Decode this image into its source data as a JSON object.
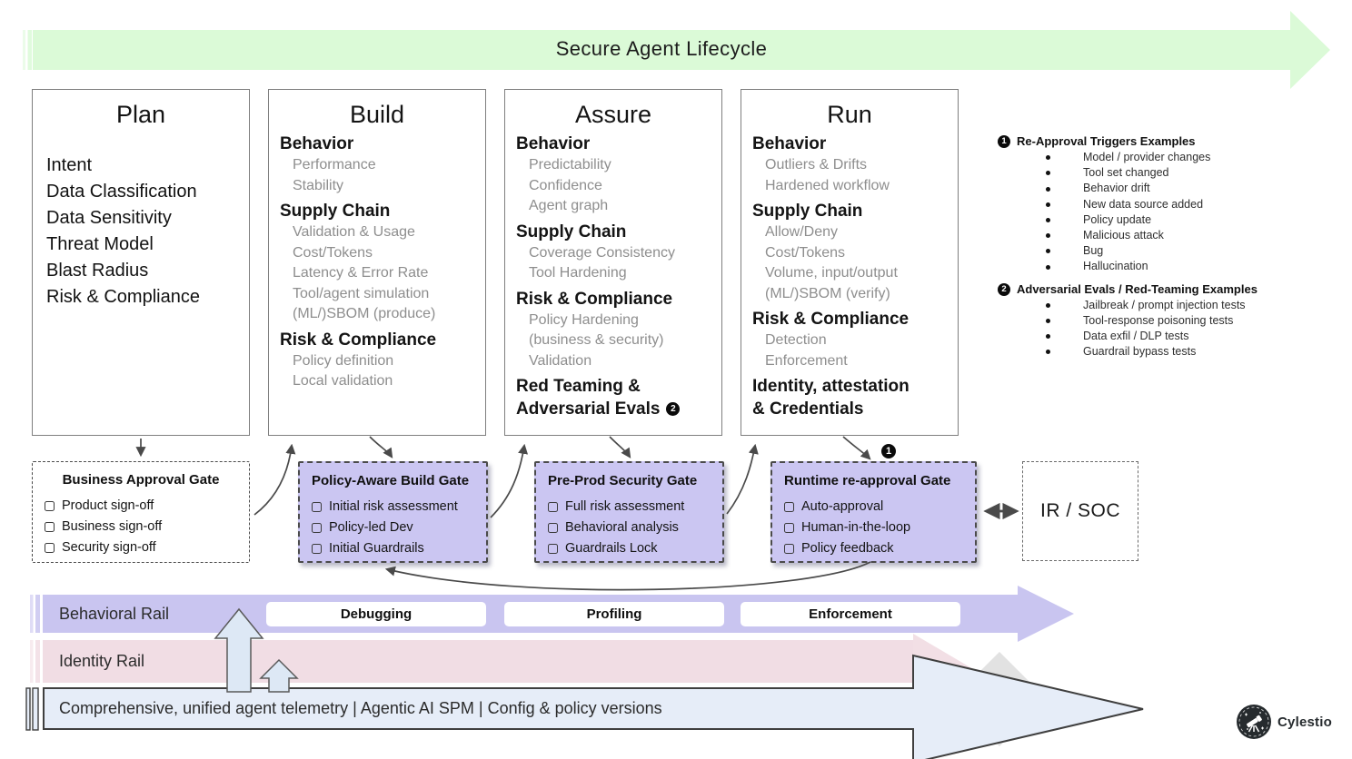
{
  "banner": {
    "title": "Secure Agent Lifecycle"
  },
  "phases": {
    "plan": {
      "title": "Plan",
      "items": [
        "Intent",
        "Data Classification",
        "Data Sensitivity",
        "Threat Model",
        "Blast Radius",
        "Risk & Compliance"
      ]
    },
    "build": {
      "title": "Build",
      "sections": [
        {
          "header": "Behavior",
          "items": [
            "Performance",
            "Stability"
          ]
        },
        {
          "header": "Supply Chain",
          "items": [
            "Validation & Usage",
            "Cost/Tokens",
            "Latency & Error Rate",
            "Tool/agent simulation",
            "(ML/)SBOM (produce)"
          ]
        },
        {
          "header": "Risk & Compliance",
          "items": [
            "Policy definition",
            "Local validation"
          ]
        }
      ]
    },
    "assure": {
      "title": "Assure",
      "sections": [
        {
          "header": "Behavior",
          "items": [
            "Predictability",
            "Confidence",
            "Agent graph"
          ]
        },
        {
          "header": "Supply Chain",
          "items": [
            "Coverage Consistency",
            "Tool Hardening"
          ]
        },
        {
          "header": "Risk & Compliance",
          "items": [
            "Policy Hardening",
            "(business & security)",
            "Validation"
          ]
        }
      ],
      "footer_header_line1": "Red Teaming &",
      "footer_header_line2": "Adversarial Evals",
      "footer_badge": "2"
    },
    "run": {
      "title": "Run",
      "sections": [
        {
          "header": "Behavior",
          "items": [
            "Outliers & Drifts",
            "Hardened workflow"
          ]
        },
        {
          "header": "Supply Chain",
          "items": [
            "Allow/Deny",
            "Cost/Tokens",
            "Volume, input/output",
            "(ML/)SBOM (verify)"
          ]
        },
        {
          "header": "Risk & Compliance",
          "items": [
            "Detection",
            "Enforcement"
          ]
        }
      ],
      "footer_header_line1": "Identity, attestation",
      "footer_header_line2": "& Credentials"
    }
  },
  "gates": {
    "business": {
      "title": "Business Approval Gate",
      "items": [
        "Product sign-off",
        "Business sign-off",
        "Security sign-off"
      ]
    },
    "policy": {
      "title": "Policy-Aware Build Gate",
      "items": [
        "Initial risk assessment",
        "Policy-led Dev",
        "Initial Guardrails"
      ]
    },
    "preprod": {
      "title": "Pre-Prod Security Gate",
      "items": [
        "Full risk assessment",
        "Behavioral analysis",
        "Guardrails Lock"
      ]
    },
    "runtime": {
      "title": "Runtime re-approval Gate",
      "items": [
        "Auto-approval",
        "Human-in-the-loop",
        "Policy feedback"
      ],
      "badge": "1"
    }
  },
  "ir_soc": {
    "label": "IR / SOC"
  },
  "annotations": {
    "reapproval": {
      "badge": "1",
      "title": "Re-Approval Triggers Examples",
      "items": [
        "Model / provider changes",
        "Tool set changed",
        "Behavior drift",
        "New data source added",
        "Policy update",
        "Malicious attack",
        "Bug",
        "Hallucination"
      ]
    },
    "adversarial": {
      "badge": "2",
      "title": "Adversarial Evals / Red-Teaming Examples",
      "items": [
        "Jailbreak / prompt injection tests",
        "Tool-response poisoning tests",
        "Data exfil / DLP tests",
        "Guardrail bypass tests"
      ]
    }
  },
  "rails": {
    "behavioral": {
      "label": "Behavioral Rail",
      "stages": [
        "Debugging",
        "Profiling",
        "Enforcement"
      ]
    },
    "identity": {
      "label": "Identity Rail"
    },
    "telemetry": {
      "label": "Comprehensive, unified agent telemetry | Agentic AI SPM | Config & policy versions"
    }
  },
  "logo": {
    "text": "Cylestio"
  },
  "colors": {
    "banner_green": "#dbfad7",
    "gate_purple": "#cbc6f2",
    "behavioral_rail": "#c9c5f0",
    "identity_rail": "#f1dde4",
    "telemetry_blue": "#e6edf8",
    "connector_gray": "#4a4a4a"
  }
}
